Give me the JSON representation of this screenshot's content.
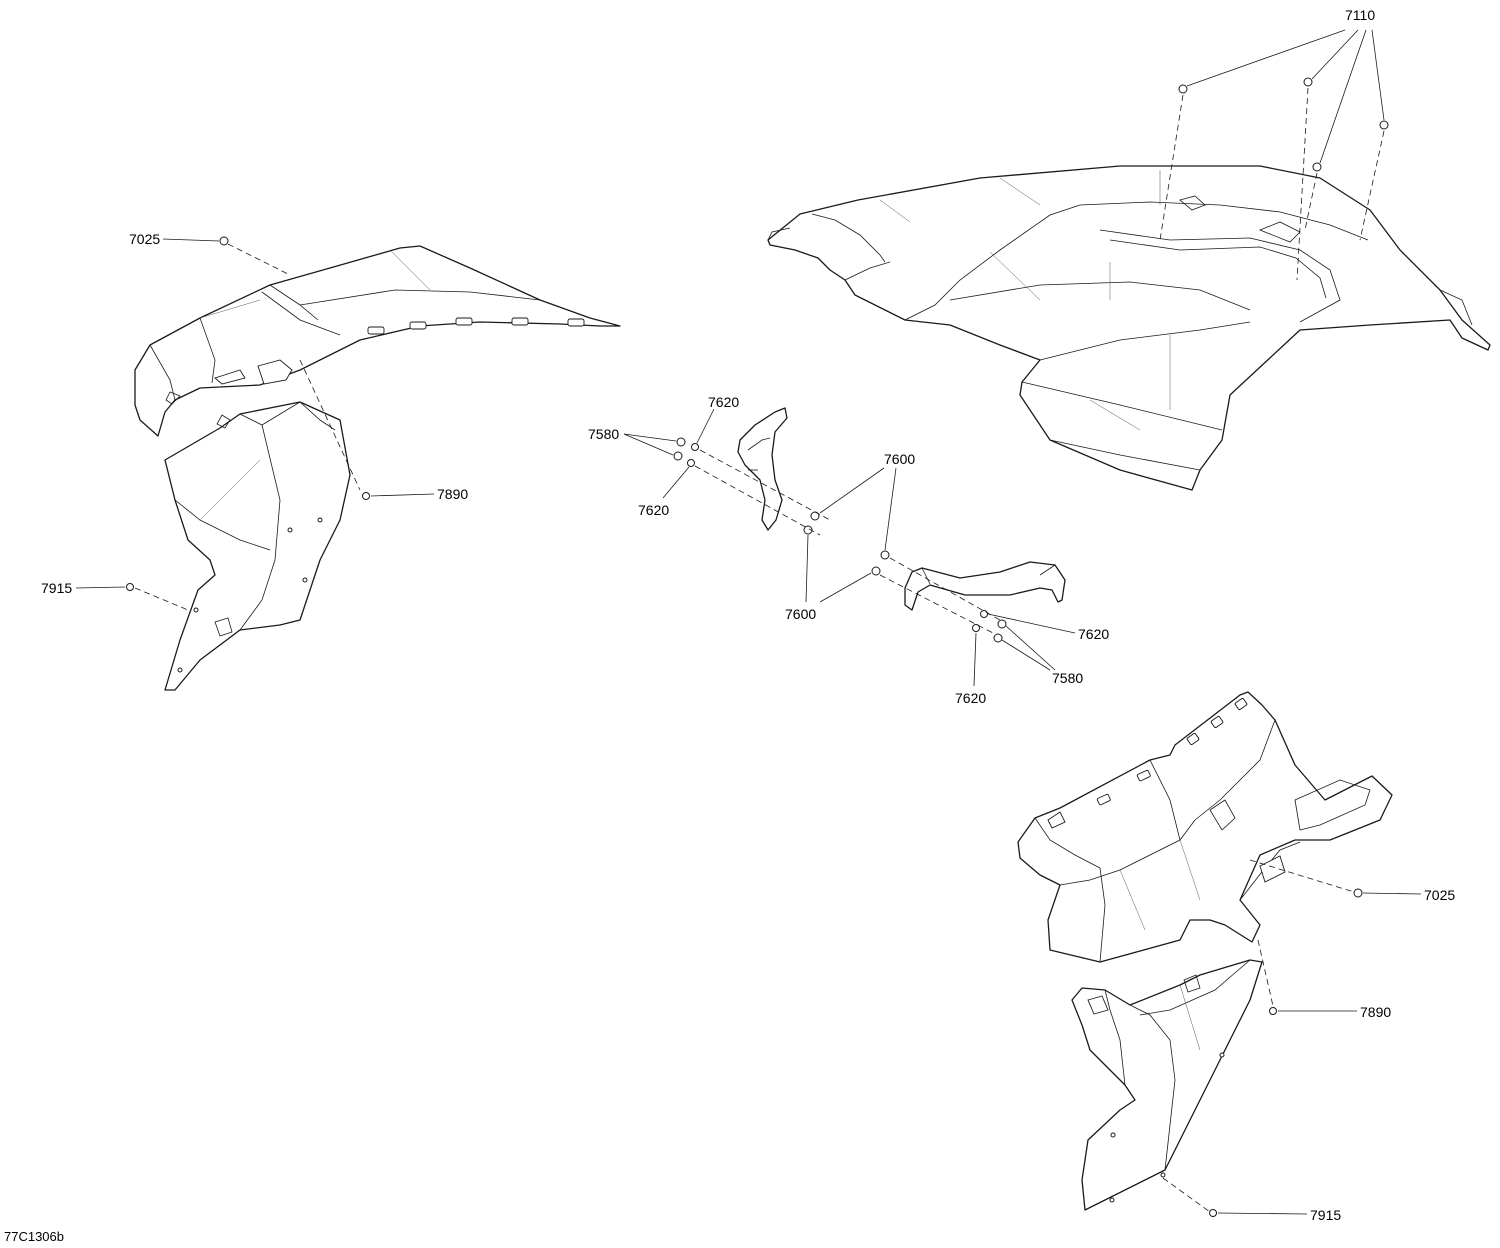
{
  "figure_id": "77C1306b",
  "callouts": {
    "c7110": "7110",
    "c7025_left": "7025",
    "c7890_left": "7890",
    "c7915_left": "7915",
    "c7620_a": "7620",
    "c7580_a": "7580",
    "c7620_b": "7620",
    "c7600_a": "7600",
    "c7600_b": "7600",
    "c7620_c": "7620",
    "c7580_b": "7580",
    "c7620_d": "7620",
    "c7025_right": "7025",
    "c7890_right": "7890",
    "c7915_right": "7915"
  }
}
